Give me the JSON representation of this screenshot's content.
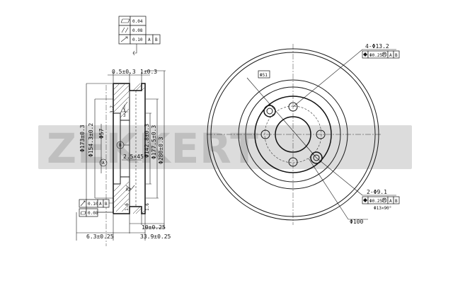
{
  "watermark": {
    "brand": "ZEKKERT"
  },
  "tolerance_frame_top": {
    "row1": {
      "symbol": "flatness-icon",
      "value": "0.04"
    },
    "row2": {
      "symbol": "parallelism-icon",
      "value": "0.08"
    },
    "row3": {
      "symbol": "runout-icon",
      "value": "0.10",
      "datum1": "A",
      "datum2": "B"
    }
  },
  "tolerance_frame_left": {
    "row1": {
      "symbol": "runout-icon",
      "value": "0.10",
      "datum1": "A",
      "datum2": "B"
    },
    "row2": {
      "symbol": "flatness-icon",
      "value": "0.08"
    }
  },
  "section_dims": {
    "top_offset": "0.5±0.3",
    "top_step": "1±0.3",
    "hub_diam_a": "Φ173±0.3",
    "hub_diam_b": "Φ154.3±0.2",
    "bore": "Φ57",
    "chamfer": "2.5×45°",
    "face_a": "Φ142.8±0.3",
    "face_b": "Φ177.5±0.3",
    "outer_diam": "Φ280±0.3",
    "roughness_1": "3.2",
    "roughness_2": "1.6",
    "roughness_3": "1.6",
    "roughness_4": "R2",
    "thickness": "10±0.25",
    "overall_height": "33.9±0.25",
    "hub_thickness": "6.3±0.25",
    "datum_a": "A",
    "datum_b": "B",
    "surface_label": "3"
  },
  "front_view": {
    "holes_label": "4-Φ13.2",
    "holes_tol": "Φ0.25",
    "holes_tol_m": "M",
    "holes_d1": "A",
    "holes_d2": "B",
    "pcd": "Φ51",
    "locating_label": "2-Φ9.1",
    "locating_tol": "Φ0.25",
    "locating_tol_m": "M",
    "locating_d1": "A",
    "locating_d2": "B",
    "locating_note": "Φ13×90°",
    "center_diam": "Φ100"
  }
}
